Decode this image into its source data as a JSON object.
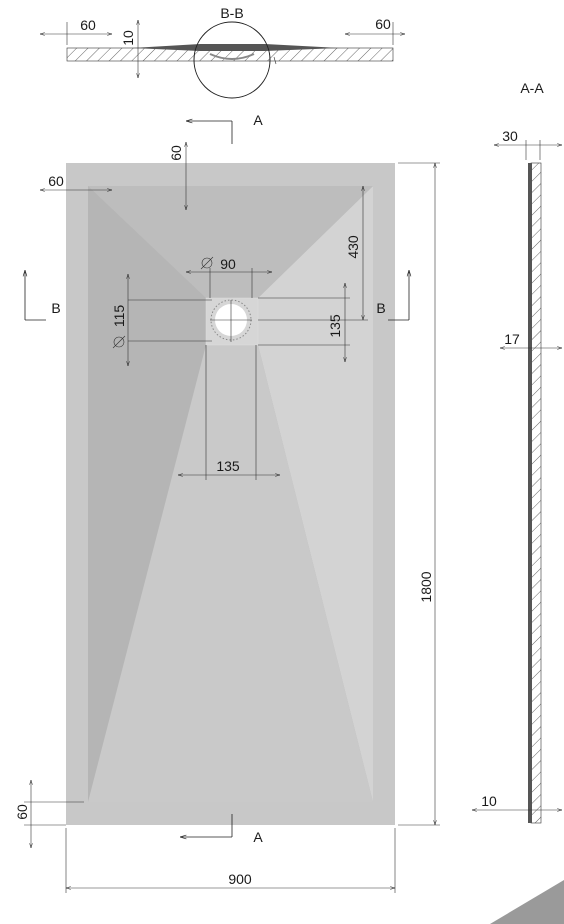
{
  "sections": {
    "bb_title": "B-B",
    "aa_title": "A-A",
    "a_marker": "A",
    "b_marker": "B"
  },
  "dims": {
    "top_left_60": "60",
    "top_10": "10",
    "top_right_60": "60",
    "rim_60_top": "60",
    "rim_60_left": "60",
    "drain_dia_90": "90",
    "drain_dia_115": "115",
    "drain_offset_430": "430",
    "drain_box_135_v": "135",
    "drain_box_135_h": "135",
    "length_1800": "1800",
    "width_900": "900",
    "rim_60_bottom": "60",
    "aa_30": "30",
    "aa_17": "17",
    "aa_10": "10"
  },
  "colors": {
    "tray_outer": "#c4c4c4",
    "tray_inner": "#b3b3b3",
    "tray_light": "#d2d2d2",
    "hatch": "#666666"
  }
}
